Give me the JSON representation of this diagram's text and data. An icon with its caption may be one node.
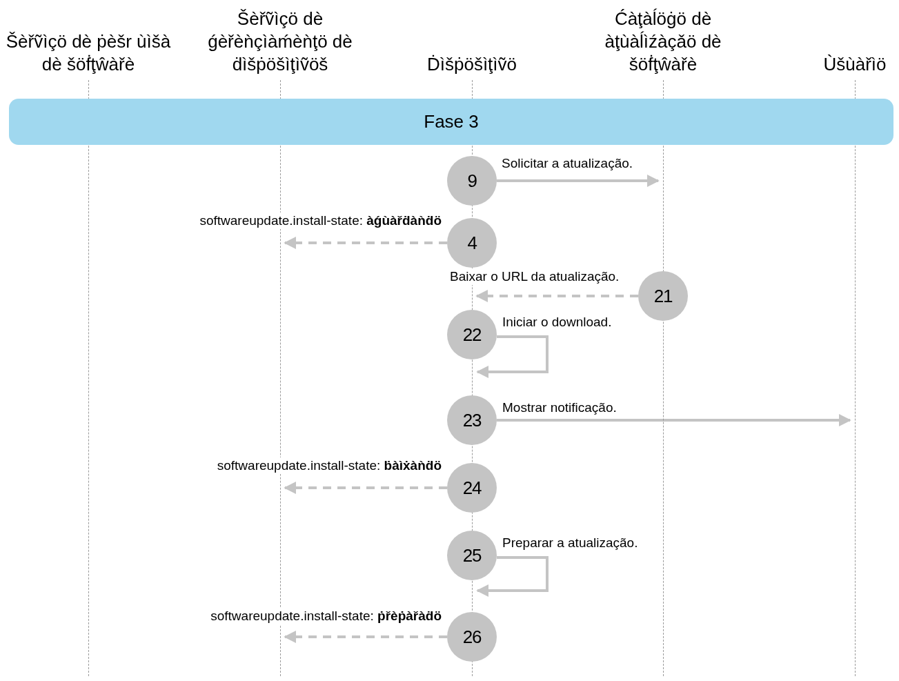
{
  "diagram": {
    "nodes": [
      {
        "text": [
          "Šèřṽìçö dè ṗèšr ùìšà dè šöḟţŵàřè"
        ]
      },
      {
        "text": [
          "Šèřṽìçö dè ǵèřèǹçìàḿèǹţö dè ḋìšṗöšìţìṽöš"
        ]
      },
      {
        "text": [
          "Ḋìšṗöšìţìṽö"
        ]
      },
      {
        "text": [
          "Ćàţàĺöġö dè àţùàĺìźàçǎö dè šöḟţŵàřè"
        ]
      },
      {
        "text": [
          "Ùšùàřìö"
        ]
      },
      {
        "text": [
          "Fase 3"
        ]
      },
      {
        "text": [
          "9"
        ]
      },
      {
        "text": [
          "4"
        ]
      },
      {
        "text": [
          "21"
        ]
      },
      {
        "text": [
          "22"
        ]
      },
      {
        "text": [
          "23"
        ]
      },
      {
        "text": [
          "24"
        ]
      },
      {
        "text": [
          "25"
        ]
      },
      {
        "text": [
          "26"
        ]
      }
    ],
    "edges": [
      {
        "from": 6,
        "to": 3,
        "arrow": "to",
        "label": "Solicitar a atualização."
      },
      {
        "from": 7,
        "to": 1,
        "arrow": "to",
        "style": "dashed",
        "label": "softwareupdate.install-state: **àǵùàřḋàǹḋö**"
      },
      {
        "from": 8,
        "to": 2,
        "arrow": "to",
        "style": "dashed",
        "label": "Baixar o URL da atualização."
      },
      {
        "from": 9,
        "to": 9,
        "arrow": "to",
        "label": "Iniciar o download."
      },
      {
        "from": 10,
        "to": 4,
        "arrow": "to",
        "label": "Mostrar notificação."
      },
      {
        "from": 11,
        "to": 1,
        "arrow": "to",
        "style": "dashed",
        "label": "softwareupdate.install-state: **ḃàìẋàǹḋö**"
      },
      {
        "from": 12,
        "to": 12,
        "arrow": "to",
        "label": "Preparar a atualização."
      },
      {
        "from": 13,
        "to": 1,
        "arrow": "to",
        "style": "dashed",
        "label": "softwareupdate.install-state: **ṗřèṗàřàḋö**"
      }
    ]
  }
}
